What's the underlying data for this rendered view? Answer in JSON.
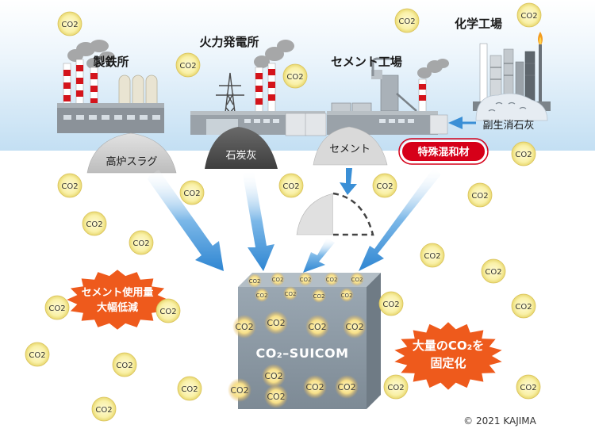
{
  "factories": {
    "steel": "製鉄所",
    "power": "火力発電所",
    "cement": "セメント工場",
    "chemical": "化学工場"
  },
  "materials": {
    "slag": "高炉スラグ",
    "coal_ash": "石炭灰",
    "cement": "セメント",
    "special_admixture": "特殊混和材",
    "byproduct": "副生消石灰"
  },
  "block": {
    "title": "CO₂–SUICOM",
    "co2_label": "CO2"
  },
  "callouts": {
    "reduce_line1": "セメント使用量",
    "reduce_line2": "大幅低減",
    "fix_line1": "大量のCO₂を",
    "fix_line2": "固定化"
  },
  "co2_bubble": "CO2",
  "copyright": "© 2021 KAJIMA",
  "colors": {
    "sky_top": "#ffffff",
    "sky_bottom": "#bcdcf2",
    "arrow": "#3a8fd6",
    "burst": "#ee5a1c",
    "badge": "#d60019",
    "block_front": "#8d9aa5",
    "block_top": "#aab6bf",
    "co2_fill": "#fbf5b0"
  }
}
